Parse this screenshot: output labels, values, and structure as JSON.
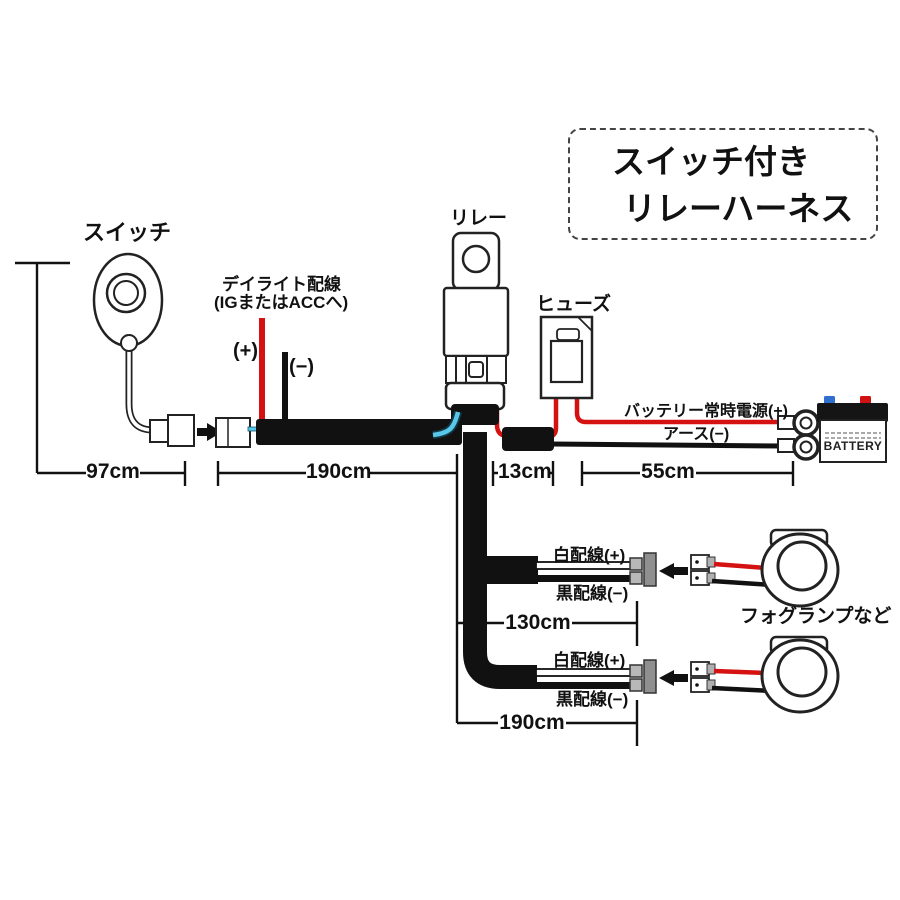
{
  "title": {
    "line1": "スイッチ付き",
    "line2": "リレーハーネス"
  },
  "switch": {
    "label": "スイッチ"
  },
  "daylight": {
    "line1": "デイライト配線",
    "line2": "(IGまたはACCへ)",
    "plus": "(+)",
    "minus": "(−)"
  },
  "relay": {
    "label": "リレー"
  },
  "fuse": {
    "label": "ヒューズ"
  },
  "battery": {
    "power_label": "バッテリー常時電源(+)",
    "ground_label": "アース(−)",
    "name": "BATTERY"
  },
  "fog": {
    "label": "フォグランプなど"
  },
  "branches": [
    {
      "white": "白配線(+)",
      "black": "黒配線(−)",
      "length": "130cm"
    },
    {
      "white": "白配線(+)",
      "black": "黒配線(−)",
      "length": "190cm"
    }
  ],
  "measurements": {
    "switch_cable": "97cm",
    "main_cable": "190cm",
    "relay_to_fuse": "13cm",
    "battery_cable": "55cm"
  },
  "colors": {
    "wire_red": "#d51212",
    "wire_cyan": "#58c8ea",
    "wire_black": "#111111",
    "battery_terminal_blue": "#2f6fd0",
    "battery_terminal_red": "#d01212"
  }
}
